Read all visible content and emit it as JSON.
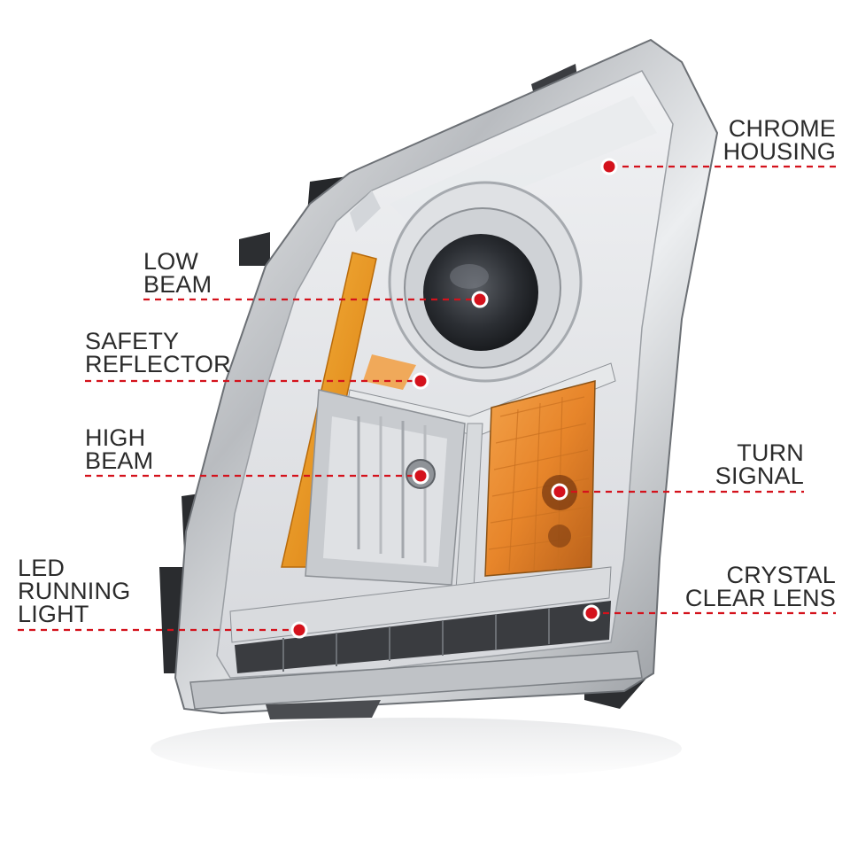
{
  "callouts": [
    {
      "id": "chrome-housing",
      "lines": [
        "CHROME",
        "HOUSING"
      ]
    },
    {
      "id": "low-beam",
      "lines": [
        "LOW",
        "BEAM"
      ]
    },
    {
      "id": "safety-reflector",
      "lines": [
        "SAFETY",
        "REFLECTOR"
      ]
    },
    {
      "id": "high-beam",
      "lines": [
        "HIGH",
        "BEAM"
      ]
    },
    {
      "id": "turn-signal",
      "lines": [
        "TURN",
        "SIGNAL"
      ]
    },
    {
      "id": "led-running-light",
      "lines": [
        "LED",
        "RUNNING",
        "LIGHT"
      ]
    },
    {
      "id": "crystal-clear-lens",
      "lines": [
        "CRYSTAL",
        "CLEAR LENS"
      ]
    }
  ],
  "colors": {
    "leader_line": "#d4121c",
    "marker": "#d4121c",
    "label_text": "#2b2b2b",
    "amber": "#f0a020",
    "chrome": "#c9ccd0",
    "housing_dark": "#2a2c2f"
  }
}
